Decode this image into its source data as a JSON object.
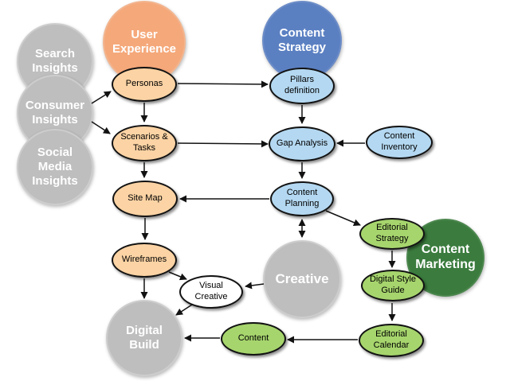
{
  "diagram": {
    "palette": {
      "gray_phase": "#BEBEBE",
      "ux_phase": "#F5A87A",
      "ux_step": "#FBD3A4",
      "strategy_phase": "#5B80C2",
      "strategy_step": "#B4D8F1",
      "marketing_phase": "#3B7C3E",
      "marketing_step": "#A6D56D",
      "neutral_step": "#FFFFFF",
      "arrow": "#121212",
      "background": "#FFFFFF"
    },
    "nodes": {
      "search_insights": {
        "label": "Search\nInsights",
        "type": "circle",
        "color": "#BEBEBE"
      },
      "consumer_insights": {
        "label": "Consumer\nInsights",
        "type": "circle",
        "color": "#BEBEBE"
      },
      "social_media_insights": {
        "label": "Social\nMedia\nInsights",
        "type": "circle",
        "color": "#BEBEBE"
      },
      "user_experience": {
        "label": "User\nExperience",
        "type": "circle",
        "color": "#F5A87A"
      },
      "content_strategy": {
        "label": "Content\nStrategy",
        "type": "circle",
        "color": "#5B80C2"
      },
      "creative": {
        "label": "Creative",
        "type": "circle",
        "color": "#BEBEBE"
      },
      "digital_build": {
        "label": "Digital\nBuild",
        "type": "circle",
        "color": "#BEBEBE"
      },
      "content_marketing": {
        "label": "Content\nMarketing",
        "type": "circle",
        "color": "#3B7C3E"
      },
      "personas": {
        "label": "Personas",
        "type": "ellipse",
        "color": "#FBD3A4"
      },
      "scenarios_tasks": {
        "label": "Scenarios &\nTasks",
        "type": "ellipse",
        "color": "#FBD3A4"
      },
      "site_map": {
        "label": "Site Map",
        "type": "ellipse",
        "color": "#FBD3A4"
      },
      "wireframes": {
        "label": "Wireframes",
        "type": "ellipse",
        "color": "#FBD3A4"
      },
      "pillars_definition": {
        "label": "Pillars\ndefinition",
        "type": "ellipse",
        "color": "#B4D8F1"
      },
      "gap_analysis": {
        "label": "Gap Analysis",
        "type": "ellipse",
        "color": "#B4D8F1"
      },
      "content_inventory": {
        "label": "Content\nInventory",
        "type": "ellipse",
        "color": "#B4D8F1"
      },
      "content_planning": {
        "label": "Content\nPlanning",
        "type": "ellipse",
        "color": "#B4D8F1"
      },
      "editorial_strategy": {
        "label": "Editorial\nStrategy",
        "type": "ellipse",
        "color": "#A6D56D"
      },
      "digital_style_guide": {
        "label": "Digital Style\nGuide",
        "type": "ellipse",
        "color": "#A6D56D"
      },
      "editorial_calendar": {
        "label": "Editorial\nCalendar",
        "type": "ellipse",
        "color": "#A6D56D"
      },
      "content": {
        "label": "Content",
        "type": "ellipse",
        "color": "#A6D56D"
      },
      "visual_creative": {
        "label": "Visual\nCreative",
        "type": "ellipse",
        "color": "#FFFFFF"
      }
    },
    "edges": [
      {
        "from": "consumer_insights",
        "to": "personas",
        "bidirectional": false
      },
      {
        "from": "consumer_insights",
        "to": "scenarios_tasks",
        "bidirectional": false
      },
      {
        "from": "personas",
        "to": "pillars_definition",
        "bidirectional": false
      },
      {
        "from": "personas",
        "to": "scenarios_tasks",
        "bidirectional": false
      },
      {
        "from": "scenarios_tasks",
        "to": "gap_analysis",
        "bidirectional": false
      },
      {
        "from": "scenarios_tasks",
        "to": "site_map",
        "bidirectional": false
      },
      {
        "from": "pillars_definition",
        "to": "gap_analysis",
        "bidirectional": false
      },
      {
        "from": "content_inventory",
        "to": "gap_analysis",
        "bidirectional": false
      },
      {
        "from": "gap_analysis",
        "to": "content_planning",
        "bidirectional": false
      },
      {
        "from": "content_planning",
        "to": "site_map",
        "bidirectional": false
      },
      {
        "from": "site_map",
        "to": "wireframes",
        "bidirectional": false
      },
      {
        "from": "content_planning",
        "to": "creative",
        "bidirectional": true
      },
      {
        "from": "content_planning",
        "to": "editorial_strategy",
        "bidirectional": false
      },
      {
        "from": "editorial_strategy",
        "to": "digital_style_guide",
        "bidirectional": false
      },
      {
        "from": "digital_style_guide",
        "to": "editorial_calendar",
        "bidirectional": false
      },
      {
        "from": "editorial_calendar",
        "to": "content",
        "bidirectional": false
      },
      {
        "from": "content",
        "to": "digital_build",
        "bidirectional": false
      },
      {
        "from": "creative",
        "to": "visual_creative",
        "bidirectional": false
      },
      {
        "from": "wireframes",
        "to": "visual_creative",
        "bidirectional": false
      },
      {
        "from": "visual_creative",
        "to": "digital_build",
        "bidirectional": false
      },
      {
        "from": "wireframes",
        "to": "digital_build",
        "bidirectional": false
      }
    ]
  }
}
